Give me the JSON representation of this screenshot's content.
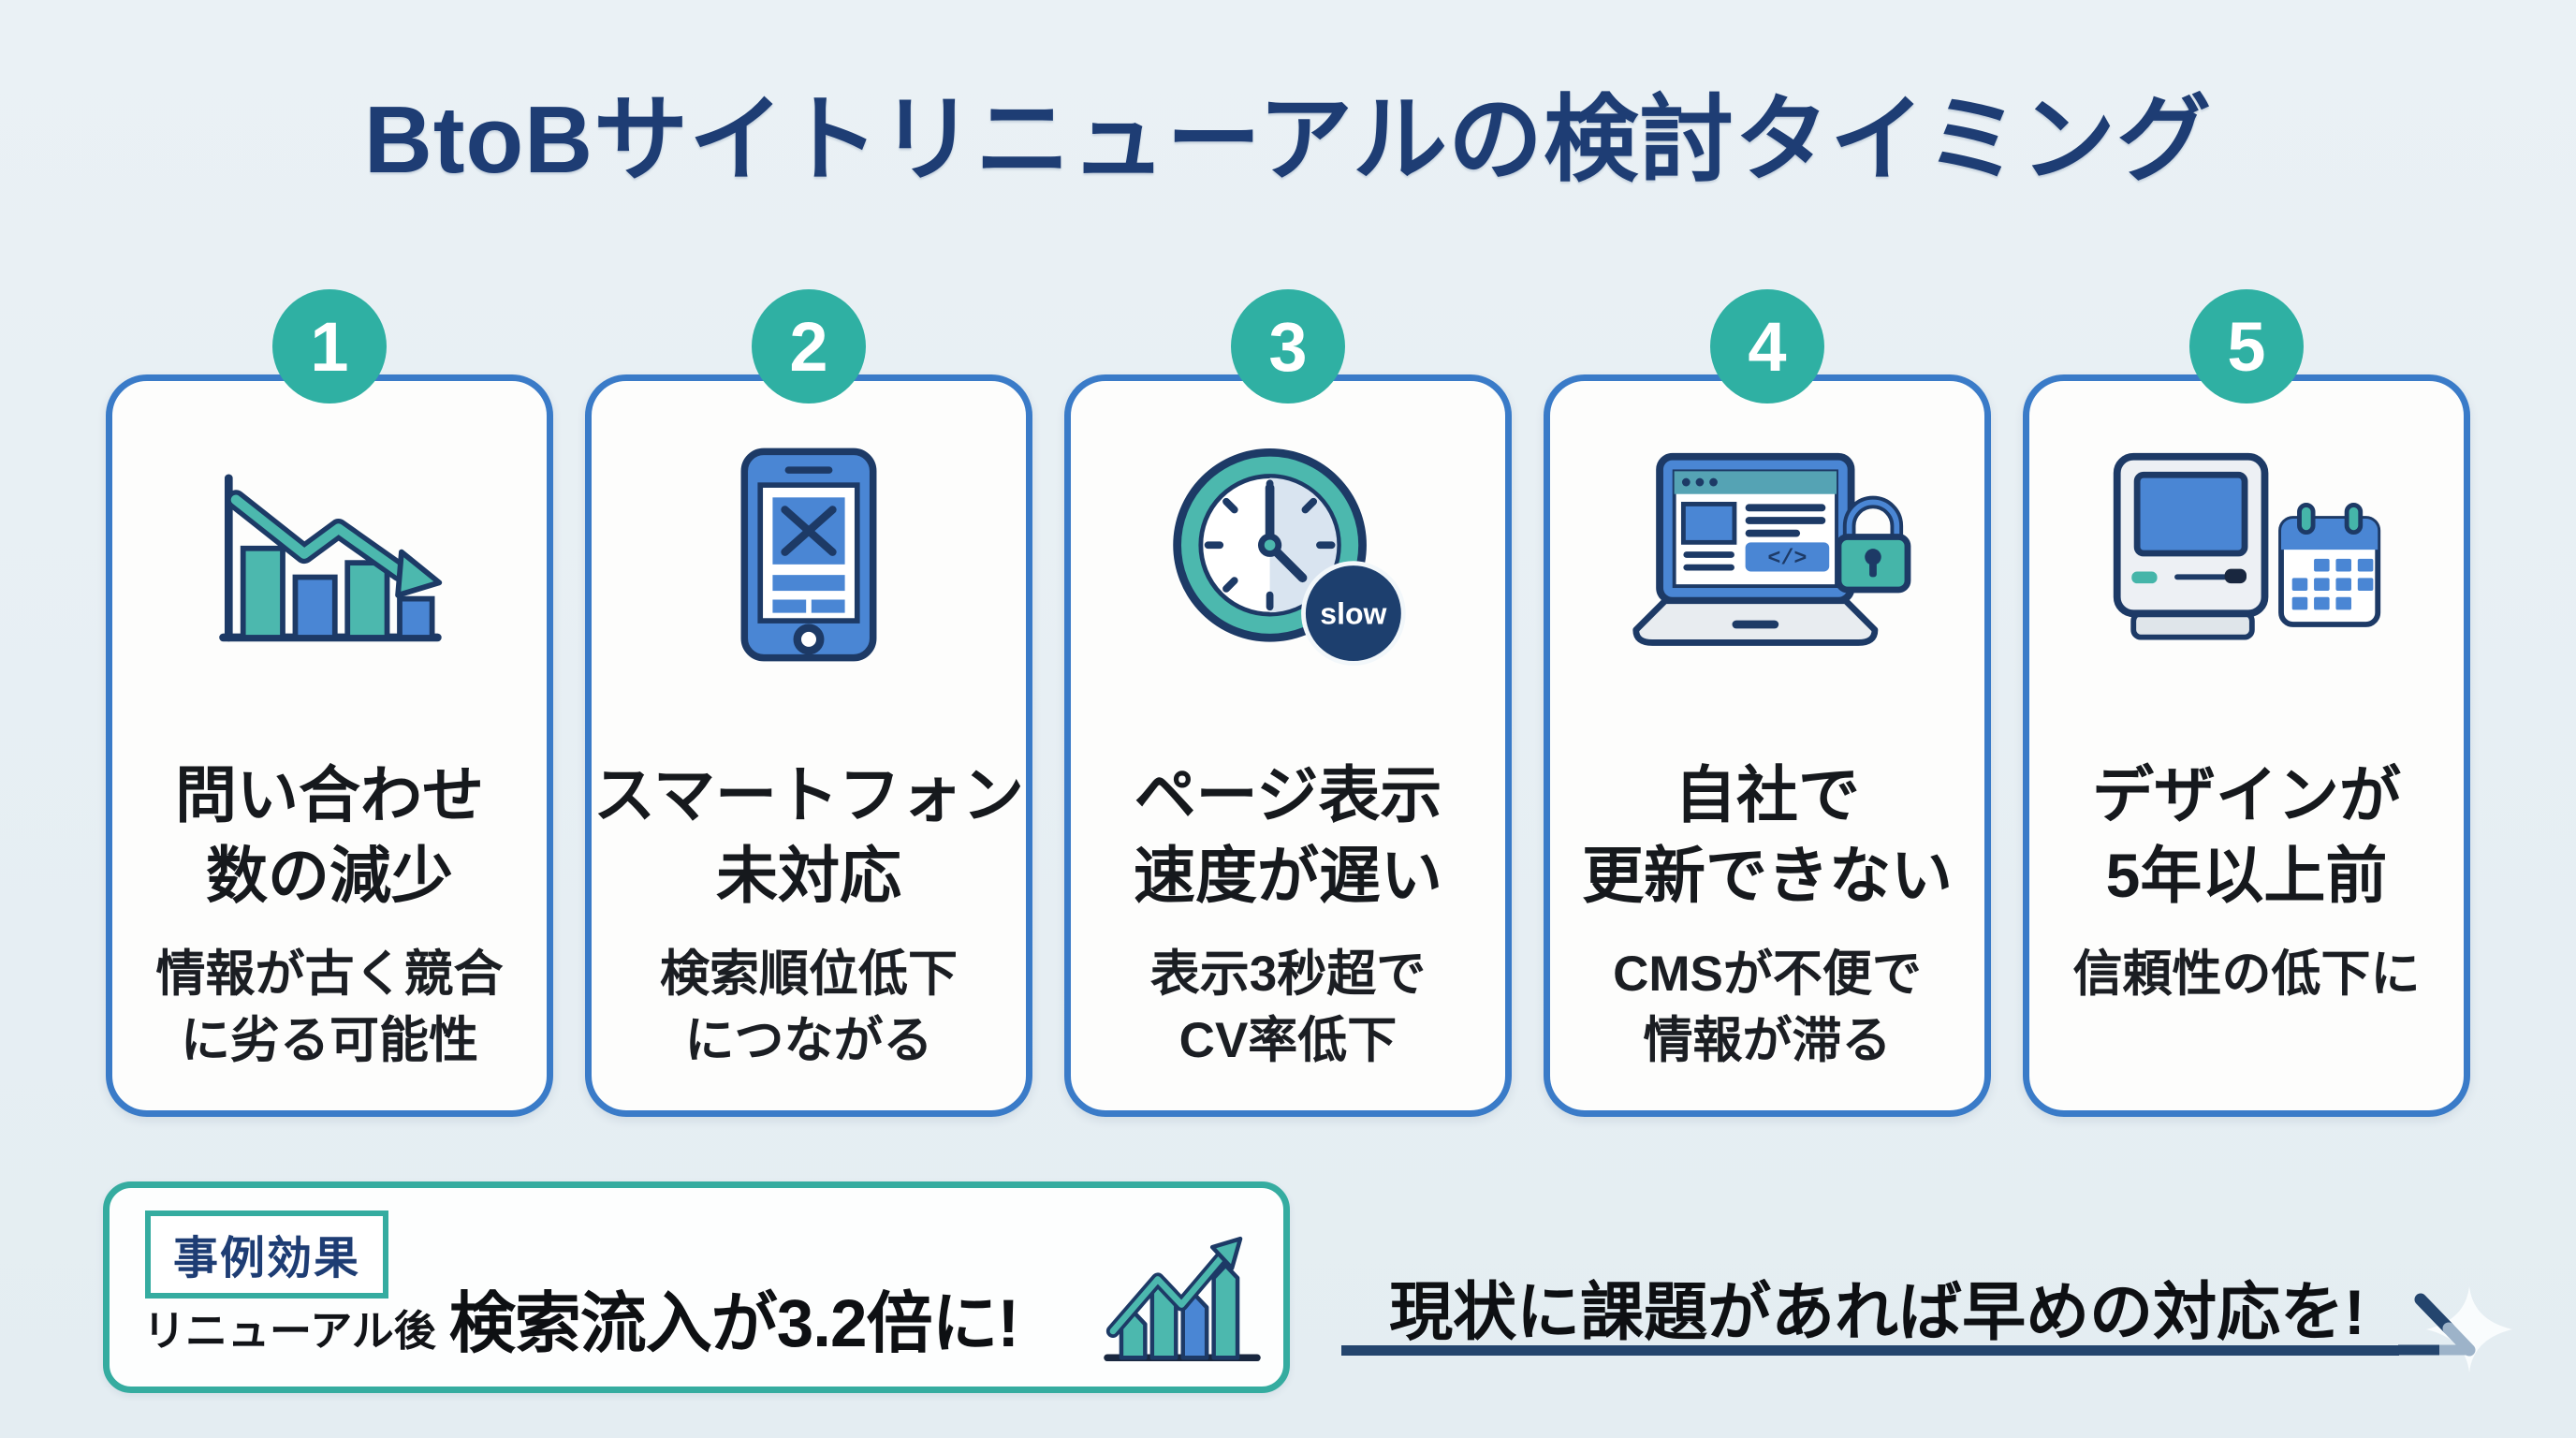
{
  "title": "BtoBサイトリニューアルの検討タイミング",
  "colors": {
    "background": "#e7eef3",
    "title_navy": "#1e3d74",
    "card_border_blue": "#3a7bc8",
    "card_background": "#fdfdfc",
    "number_circle_teal": "#2fb0a3",
    "icon_teal": "#4cb8ae",
    "icon_blue": "#4a86d4",
    "outline_navy": "#1d3a66",
    "slow_badge_navy": "#1d3f6e",
    "case_border_teal": "#35aca0",
    "text_black": "#16191d",
    "underline_navy": "#24456e"
  },
  "cards": [
    {
      "number": "1",
      "icon": "declining-bar-chart",
      "title": [
        "問い合わせ",
        "数の減少"
      ],
      "desc": [
        "情報が古く競合",
        "に劣る可能性"
      ]
    },
    {
      "number": "2",
      "icon": "smartphone-not-supported",
      "title": [
        "スマートフォン",
        "未対応"
      ],
      "desc": [
        "検索順位低下",
        "につながる"
      ]
    },
    {
      "number": "3",
      "icon": "slow-clock",
      "badge": "slow",
      "title": [
        "ページ表示",
        "速度が遅い"
      ],
      "desc": [
        "表示3秒超で",
        "CV率低下"
      ]
    },
    {
      "number": "4",
      "icon": "locked-laptop-cms",
      "code_label": "</>",
      "title": [
        "自社で",
        "更新できない"
      ],
      "desc": [
        "CMSが不便で",
        "情報が滞る"
      ]
    },
    {
      "number": "5",
      "icon": "old-computer-calendar",
      "title": [
        "デザインが",
        "5年以上前"
      ],
      "desc": [
        "信頼性の低下に"
      ]
    }
  ],
  "case_box": {
    "label": "事例効果",
    "prefix": "リニューアル後",
    "highlight": "検索流入が3.2倍に!"
  },
  "cta": {
    "text": "現状に課題があれば早めの対応を!"
  }
}
